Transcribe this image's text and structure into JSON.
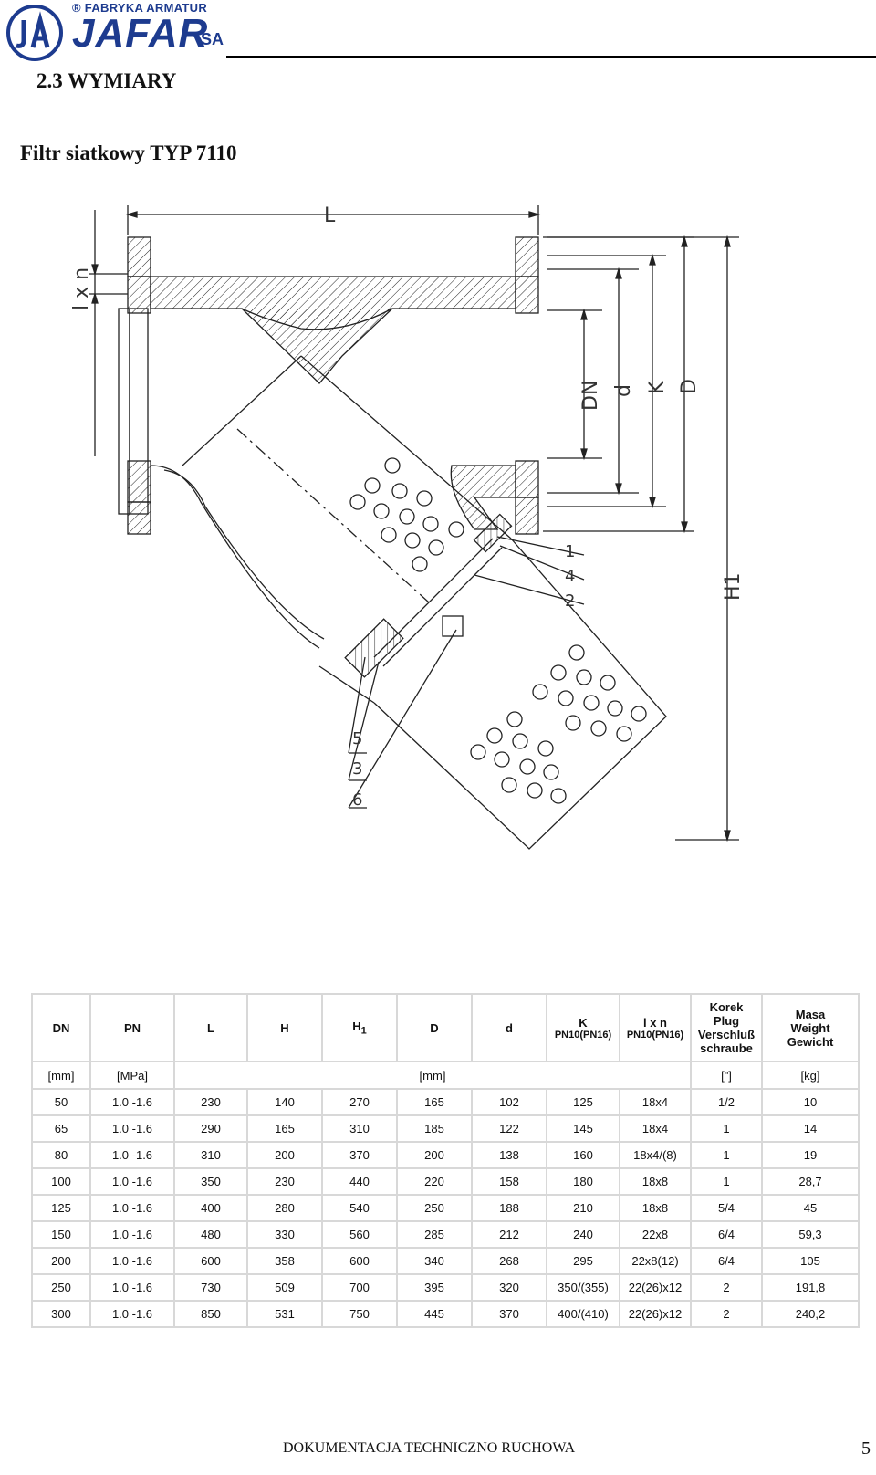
{
  "header": {
    "brand_top": "® FABRYKA ARMATUR",
    "brand_main": "JAFAR",
    "brand_suffix": "SA"
  },
  "section_title": "2.3 WYMIARY",
  "product_title": "Filtr siatkowy TYP 7110",
  "drawing": {
    "labels": {
      "L": "L",
      "lxn": "l x n",
      "DN": "DN",
      "d": "d",
      "K": "K",
      "D": "D",
      "H1": "H1",
      "p1": "1",
      "p4": "4",
      "p2": "2",
      "p5": "5",
      "p3": "3",
      "p6": "6"
    }
  },
  "table": {
    "headers": {
      "dn": "DN",
      "pn": "PN",
      "l": "L",
      "h": "H",
      "h1": "H",
      "h1_sub": "1",
      "d_big": "D",
      "d_small": "d",
      "k": "K",
      "k_sub": "PN10(PN16)",
      "lxn": "l x n",
      "lxn_sub": "PN10(PN16)",
      "korek": [
        "Korek",
        "Plug",
        "Verschluß",
        "schraube"
      ],
      "masa": [
        "Masa",
        "Weight",
        "Gewicht"
      ]
    },
    "units": {
      "dn": "[mm]",
      "pn": "[MPa]",
      "mm": "[mm]",
      "inch": "[\"]",
      "kg": "[kg]"
    },
    "rows": [
      [
        "50",
        "1.0 -1.6",
        "230",
        "140",
        "270",
        "165",
        "102",
        "125",
        "18x4",
        "1/2",
        "10"
      ],
      [
        "65",
        "1.0 -1.6",
        "290",
        "165",
        "310",
        "185",
        "122",
        "145",
        "18x4",
        "1",
        "14"
      ],
      [
        "80",
        "1.0 -1.6",
        "310",
        "200",
        "370",
        "200",
        "138",
        "160",
        "18x4/(8)",
        "1",
        "19"
      ],
      [
        "100",
        "1.0 -1.6",
        "350",
        "230",
        "440",
        "220",
        "158",
        "180",
        "18x8",
        "1",
        "28,7"
      ],
      [
        "125",
        "1.0 -1.6",
        "400",
        "280",
        "540",
        "250",
        "188",
        "210",
        "18x8",
        "5/4",
        "45"
      ],
      [
        "150",
        "1.0 -1.6",
        "480",
        "330",
        "560",
        "285",
        "212",
        "240",
        "22x8",
        "6/4",
        "59,3"
      ],
      [
        "200",
        "1.0 -1.6",
        "600",
        "358",
        "600",
        "340",
        "268",
        "295",
        "22x8(12)",
        "6/4",
        "105"
      ],
      [
        "250",
        "1.0 -1.6",
        "730",
        "509",
        "700",
        "395",
        "320",
        "350/(355)",
        "22(26)x12",
        "2",
        "191,8"
      ],
      [
        "300",
        "1.0 -1.6",
        "850",
        "531",
        "750",
        "445",
        "370",
        "400/(410)",
        "22(26)x12",
        "2",
        "240,2"
      ]
    ]
  },
  "footer": {
    "text": "DOKUMENTACJA TECHNICZNO RUCHOWA",
    "page": "5"
  }
}
